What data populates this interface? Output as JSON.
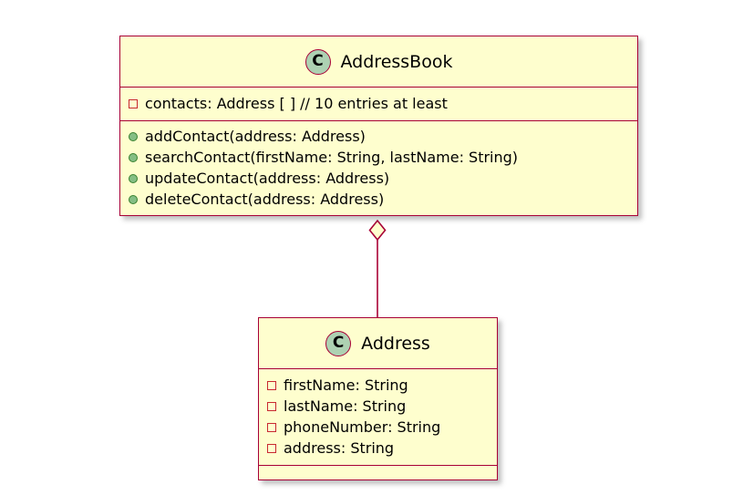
{
  "diagram": {
    "type": "uml-class-diagram",
    "background_color": "#FFFFFF",
    "palette": {
      "box_fill": "#FEFECE",
      "border": "#A80036",
      "icon_fill": "#ADD1B2",
      "private_marker": "#C82930",
      "public_marker": "#84BE84"
    },
    "classes": [
      {
        "id": "addressbook",
        "name": "AddressBook",
        "stereotype_icon": "C",
        "icon_name": "class-icon",
        "fields": [
          {
            "visibility": "private",
            "marker": "square",
            "text": "contacts: Address [ ] // 10 entries at least"
          }
        ],
        "methods": [
          {
            "visibility": "public",
            "marker": "circle",
            "text": "addContact(address: Address)"
          },
          {
            "visibility": "public",
            "marker": "circle",
            "text": "searchContact(firstName: String, lastName: String)"
          },
          {
            "visibility": "public",
            "marker": "circle",
            "text": "updateContact(address: Address)"
          },
          {
            "visibility": "public",
            "marker": "circle",
            "text": "deleteContact(address: Address)"
          }
        ]
      },
      {
        "id": "address",
        "name": "Address",
        "stereotype_icon": "C",
        "icon_name": "class-icon",
        "fields": [
          {
            "visibility": "private",
            "marker": "square",
            "text": "firstName: String"
          },
          {
            "visibility": "private",
            "marker": "square",
            "text": "lastName: String"
          },
          {
            "visibility": "private",
            "marker": "square",
            "text": "phoneNumber: String"
          },
          {
            "visibility": "private",
            "marker": "square",
            "text": "address: String"
          }
        ],
        "methods": []
      }
    ],
    "relationships": [
      {
        "kind": "aggregation",
        "from": "addressbook",
        "to": "address",
        "decorator": "hollow-diamond",
        "decorator_end": "addressbook",
        "label": ""
      }
    ]
  }
}
